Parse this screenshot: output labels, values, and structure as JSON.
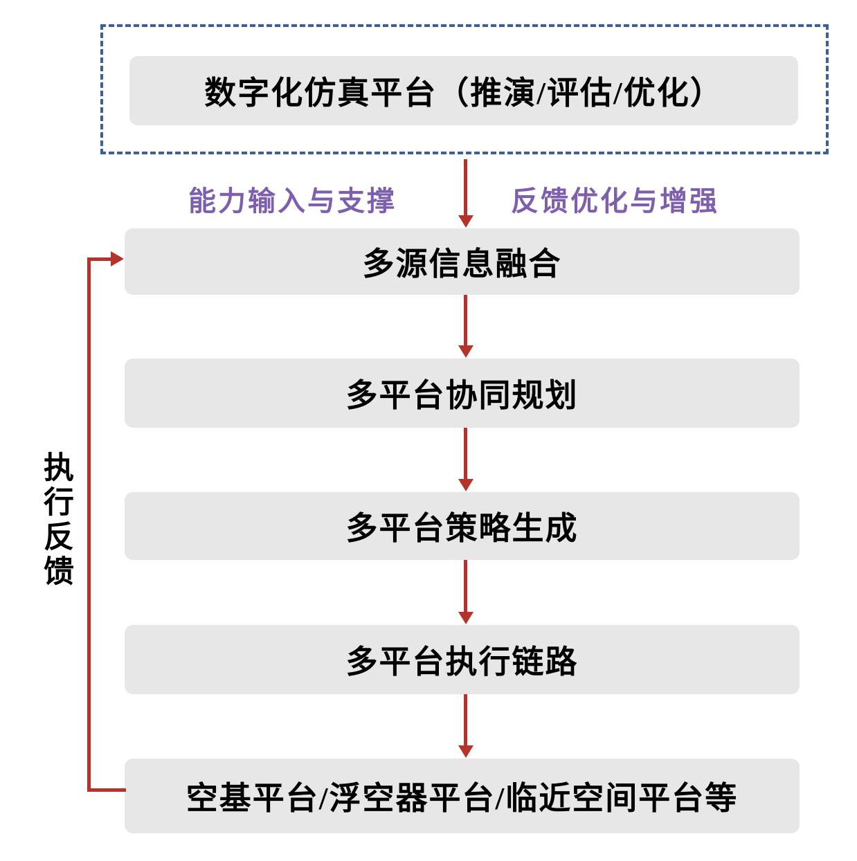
{
  "colors": {
    "box_bg": "#e7e7e7",
    "dashed_border": "#3a5fa8",
    "arrow": "#b5332a",
    "edge_label_text": "#7d5fae",
    "text": "#000000"
  },
  "top_section": {
    "simulation_platform_label": "数字化仿真平台（推演/评估/优化）"
  },
  "edge_labels": {
    "left": "能力输入与支撑",
    "right": "反馈优化与增强"
  },
  "flow": {
    "boxes": [
      {
        "label": "多源信息融合"
      },
      {
        "label": "多平台协同规划"
      },
      {
        "label": "多平台策略生成"
      },
      {
        "label": "多平台执行链路"
      },
      {
        "label": "空基平台/浮空器平台/临近空间平台等"
      }
    ]
  },
  "feedback": {
    "label": "执行反馈"
  }
}
